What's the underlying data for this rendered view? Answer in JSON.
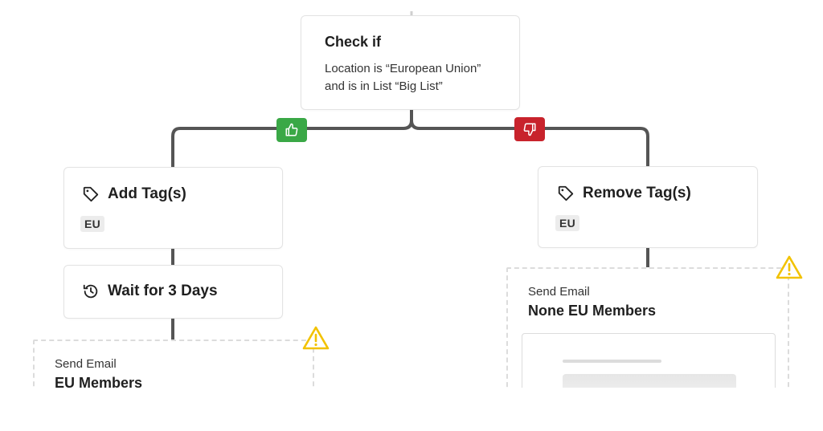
{
  "condition": {
    "title": "Check if",
    "line1": "Location is “European Union”",
    "line2": "and is in List “Big List”"
  },
  "branches": {
    "yes_icon": "thumbs-up-icon",
    "no_icon": "thumbs-down-icon",
    "yes_color": "#3aa846",
    "no_color": "#c8232c"
  },
  "left": {
    "add_tag": {
      "title": "Add Tag(s)",
      "tag": "EU",
      "icon": "tag-icon"
    },
    "wait": {
      "title": "Wait for 3 Days",
      "icon": "clock-history-icon"
    },
    "email": {
      "label": "Send Email",
      "name": "EU Members"
    }
  },
  "right": {
    "remove_tag": {
      "title": "Remove Tag(s)",
      "tag": "EU",
      "icon": "tag-icon"
    },
    "email": {
      "label": "Send Email",
      "name": "None EU Members"
    }
  },
  "colors": {
    "wire": "#555555",
    "warning": "#f2c200",
    "card_border": "#e3e3e3"
  }
}
